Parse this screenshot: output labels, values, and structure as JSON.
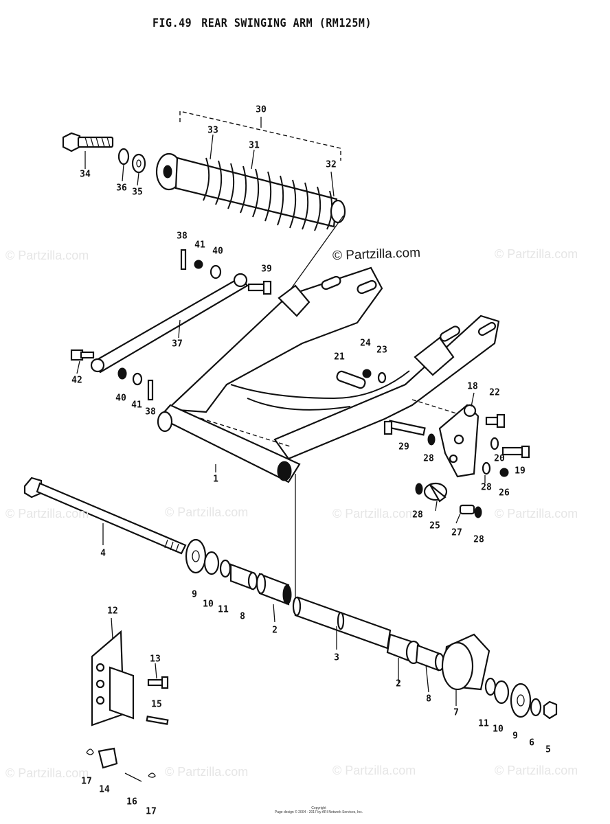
{
  "header": {
    "fig_label": "FIG.49",
    "title": "REAR SWINGING ARM (RM125M)"
  },
  "watermarks": {
    "main": "© Partzilla.com",
    "faded": [
      "© Partzilla.com",
      "© Partzilla.com",
      "© Partzilla.com",
      "© Partzilla.com",
      "© Partzilla.com",
      "© Partzilla.com",
      "© Partzilla.com",
      "© Partzilla.com",
      "© Partzilla.com",
      "© Partzilla.com"
    ]
  },
  "callouts": [
    "30",
    "33",
    "31",
    "32",
    "34",
    "36",
    "35",
    "38",
    "41",
    "40",
    "39",
    "37",
    "42",
    "40",
    "41",
    "38",
    "24",
    "23",
    "21",
    "18",
    "22",
    "29",
    "28",
    "20",
    "19",
    "28",
    "26",
    "28",
    "25",
    "27",
    "28",
    "1",
    "4",
    "9",
    "10",
    "11",
    "8",
    "2",
    "3",
    "2",
    "8",
    "7",
    "11",
    "10",
    "9",
    "6",
    "5",
    "12",
    "13",
    "15",
    "17",
    "14",
    "16",
    "17"
  ],
  "footer": {
    "line1": "Copyright",
    "line2": "Page design © 2004 - 2017 by ARI Network Services, Inc."
  }
}
